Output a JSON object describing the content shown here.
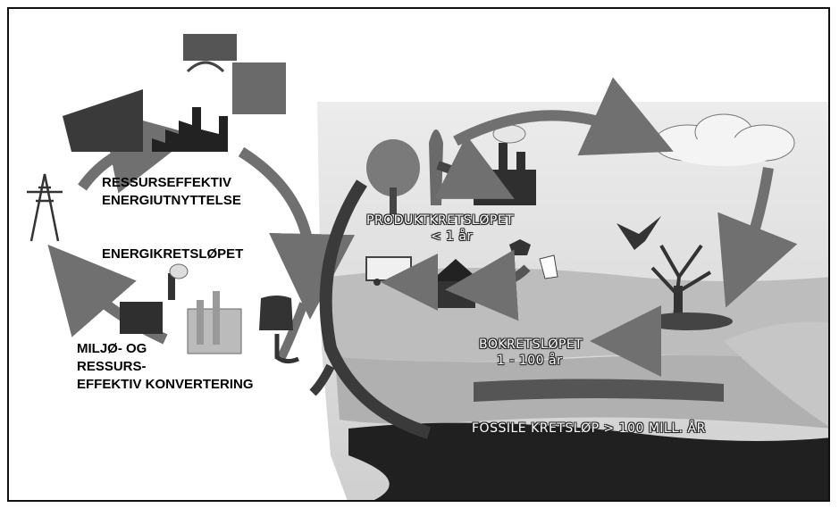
{
  "colors": {
    "border": "#111111",
    "panel": "#d9d9d9",
    "arrow": "#707070",
    "dark": "#2f2f2f"
  },
  "left": {
    "label_efficient": [
      "RESSURSEFFEKTIV",
      "ENERGIUTNYTTELSE"
    ],
    "label_cycle": "ENERGIKRETSLØPET",
    "label_conversion": [
      "MILJØ- OG",
      "RESSURS-",
      "EFFEKTIV KONVERTERING"
    ]
  },
  "right": {
    "product_cycle": [
      "PRODUKTKRETSLØPET",
      "< 1 år"
    ],
    "soil_cycle": [
      "BOKRETSLØPET",
      "1 - 100 år"
    ],
    "fossil_cycle": "FOSSILE KRETSLØP > 100 MILL. ÅR"
  }
}
